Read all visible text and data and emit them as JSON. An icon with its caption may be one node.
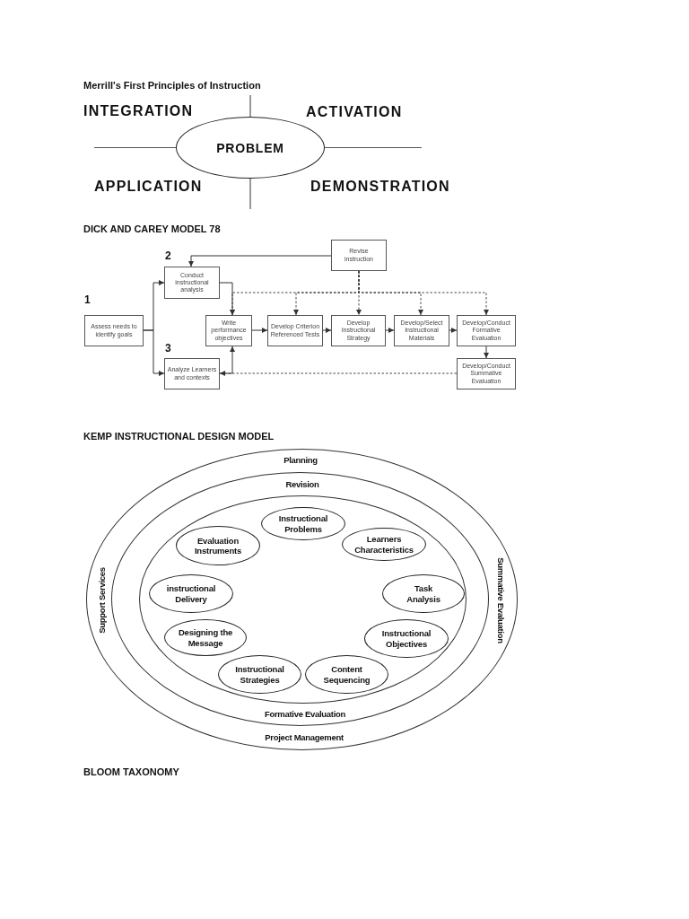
{
  "diagram": {
    "nodes": [
      {
        "text": [
          "PROBLEM"
        ]
      },
      {
        "text": [
          "Revise instruction"
        ]
      },
      {
        "text": [
          "Conduct instructional analysis"
        ],
        "beside": [
          "2"
        ]
      },
      {
        "text": [
          "Assess needs to identify goals"
        ],
        "beside": [
          "1"
        ]
      },
      {
        "text": [
          "Write performance objectives"
        ]
      },
      {
        "text": [
          "Develop Criterion Referenced Tests"
        ]
      },
      {
        "text": [
          "Develop Instructional Strategy"
        ]
      },
      {
        "text": [
          "Develop/Select Instructional Materials"
        ]
      },
      {
        "text": [
          "Develop/Conduct Formative Evaluation"
        ]
      },
      {
        "text": [
          "Analyze Learners and contexts"
        ],
        "beside": [
          "3"
        ]
      },
      {
        "text": [
          "Develop/Conduct Summative Evaluation"
        ]
      },
      {
        "text": [
          "Planning",
          "Support Services",
          "Summative Evaluation",
          "Project Management"
        ]
      },
      {
        "text": [
          "Revision",
          "Formative Evaluation"
        ],
        "in": 11
      },
      {
        "text": [],
        "shape": "ellipse",
        "in": 12
      },
      {
        "text": [
          "Instructional Problems"
        ],
        "in": 13
      },
      {
        "text": [
          "Evaluation Instruments"
        ],
        "in": 13
      },
      {
        "text": [
          "Learners Characteristics"
        ],
        "in": 13
      },
      {
        "text": [
          "instructional Delivery"
        ],
        "in": 13
      },
      {
        "text": [
          "Task Analysis"
        ],
        "in": 13
      },
      {
        "text": [
          "Designing the Message"
        ],
        "in": 13
      },
      {
        "text": [
          "Instructional Objectives"
        ],
        "in": 13
      },
      {
        "text": [
          "Instructional Strategies"
        ],
        "in": 13
      },
      {
        "text": [
          "Content Sequencing"
        ],
        "in": 13
      }
    ],
    "edges": [
      {
        "from": 1,
        "to": 2,
        "arrow": "to"
      },
      {
        "from": 3,
        "to": 2,
        "arrow": "to"
      },
      {
        "from": 3,
        "to": 9,
        "arrow": "to"
      },
      {
        "from": 2,
        "to": 4,
        "arrow": "to"
      },
      {
        "from": 1,
        "to": 4,
        "arrow": "to",
        "style": "dashed"
      },
      {
        "from": 1,
        "to": 5,
        "arrow": "to",
        "style": "dashed"
      },
      {
        "from": 1,
        "to": 6,
        "arrow": "to",
        "style": "dashed"
      },
      {
        "from": 1,
        "to": 7,
        "arrow": "to",
        "style": "dashed"
      },
      {
        "from": 1,
        "to": 8,
        "arrow": "to",
        "style": "dashed"
      },
      {
        "from": 4,
        "to": 5,
        "arrow": "to"
      },
      {
        "from": 5,
        "to": 6,
        "arrow": "to"
      },
      {
        "from": 6,
        "to": 7,
        "arrow": "to"
      },
      {
        "from": 7,
        "to": 8,
        "arrow": "to"
      },
      {
        "from": 8,
        "to": 10,
        "arrow": "to"
      },
      {
        "from": 9,
        "to": 4,
        "arrow": "to"
      },
      {
        "from": 10,
        "to": 9,
        "arrow": "to",
        "style": "dashed"
      }
    ],
    "labels": [
      "Merrill's First Principles of Instruction",
      "INTEGRATION",
      "ACTIVATION",
      "APPLICATION",
      "DEMONSTRATION",
      "DICK AND CAREY MODEL 78",
      "KEMP INSTRUCTIONAL DESIGN MODEL",
      "BLOOM TAXONOMY"
    ]
  }
}
